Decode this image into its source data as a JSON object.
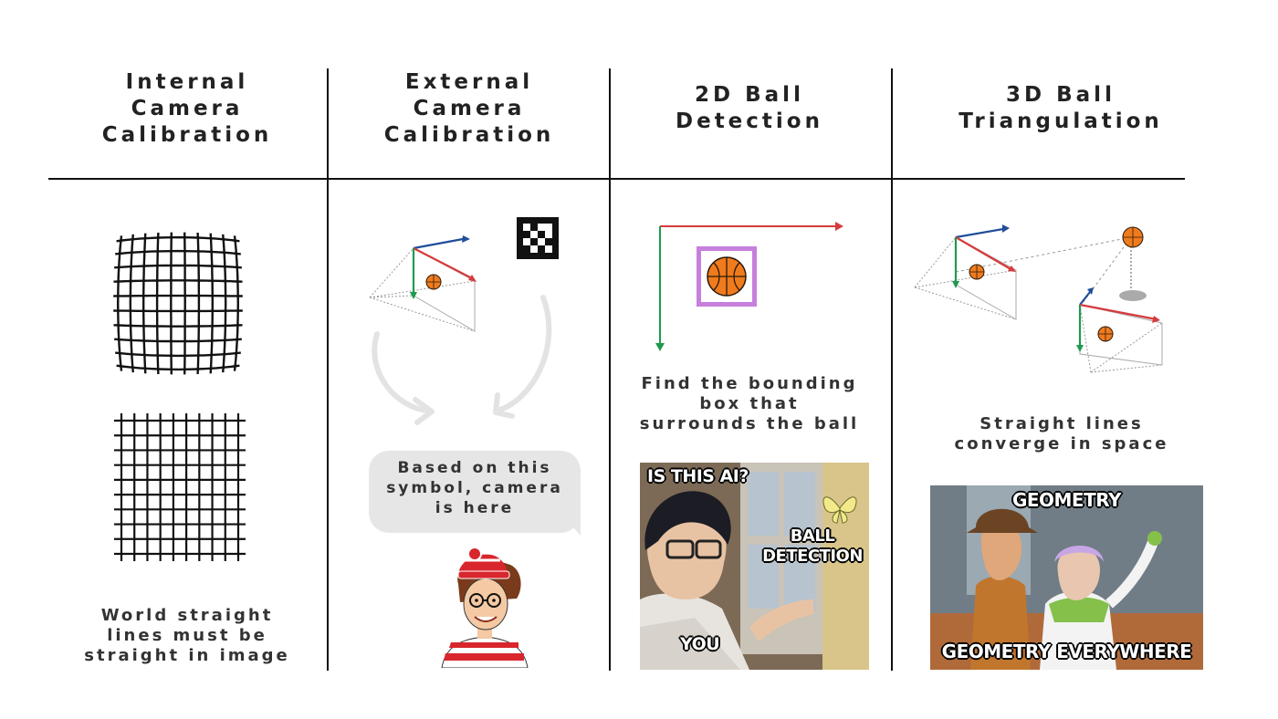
{
  "headers": [
    {
      "lines": [
        "Internal",
        "Camera",
        "Calibration"
      ]
    },
    {
      "lines": [
        "External",
        "Camera",
        "Calibration"
      ]
    },
    {
      "lines": [
        "2D Ball",
        "Detection"
      ]
    },
    {
      "lines": [
        "3D Ball",
        "Triangulation"
      ]
    }
  ],
  "col1": {
    "caption": [
      "World straight",
      "lines must be",
      "straight in image"
    ]
  },
  "col2": {
    "bubble": [
      "Based on this",
      "symbol, camera",
      "is here"
    ]
  },
  "col3": {
    "caption": [
      "Find the bounding",
      "box that",
      "surrounds the ball"
    ],
    "meme": {
      "top": "IS THIS AI?",
      "right": [
        "BALL",
        "DETECTION"
      ],
      "bottom": "YOU"
    }
  },
  "col4": {
    "caption": [
      "Straight lines",
      "converge in space"
    ],
    "meme": {
      "top": "GEOMETRY",
      "bottom": "GEOMETRY EVERYWHERE"
    }
  },
  "colors": {
    "x_axis": "#d63b3b",
    "y_axis": "#1f9a4e",
    "z_axis": "#1f4e9a",
    "ball": "#f07b1d",
    "bbox": "#c77fdc"
  },
  "icons": [
    "distorted-grid-icon",
    "grid-icon",
    "aruco-marker-icon",
    "camera-frustum-icon",
    "basketball-icon",
    "waldo-icon",
    "butterfly-icon"
  ]
}
